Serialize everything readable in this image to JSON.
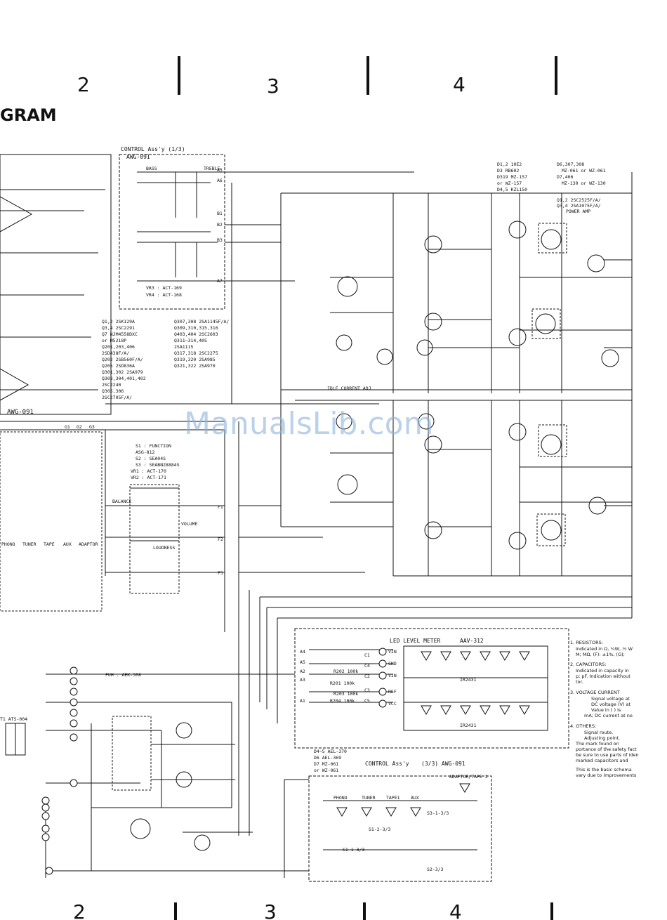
{
  "header": {
    "title": "GRAM",
    "column_numbers_top": [
      "2",
      "3",
      "4"
    ],
    "column_numbers_bottom": [
      "2",
      "3",
      "4"
    ]
  },
  "control_assy_top": {
    "label": "CONTROL Ass'y (1/3)",
    "part": "AWG-091"
  },
  "tone_labels": {
    "bass": "BASS",
    "treble": "TREBLE"
  },
  "vr_list": [
    "VR3 : ACT-169",
    "VR4 : ACT-168"
  ],
  "transistor_list_left": [
    "Q1,2      2SK129A",
    "Q3,4      2SC2291",
    "Q7        NJM4558DXC",
    "   or     M5218P",
    "Q201,203,406",
    "          2SD438F/A/",
    "Q202      2SB560F/A/",
    "Q205      2SD836A",
    "Q301,302  2SA979",
    "Q303,304,401,402",
    "          2SC2240",
    "Q305,306",
    "          2SC2705F/A/"
  ],
  "transistor_list_right": [
    "Q307,308   2SA1145F/A/",
    "Q309,310,315,316",
    "Q403,404   2SC2603",
    "Q311~314,405",
    "           2SA1115",
    "Q317,318   2SC2275",
    "Q319,320   2SA985",
    "Q321,322   2SA970"
  ],
  "diode_list_top": [
    "D1,2      10E2",
    "D3        RB602",
    "D319      MZ-157",
    "   or     WZ-157",
    "D4,5      KZL150"
  ],
  "diode_list_top_right": [
    "D6,307,308",
    "MZ-061 or WZ-061",
    "D7,406",
    "MZ-130 or WZ-130"
  ],
  "power_amp_note": {
    "line1": "Q1,2  2SC2525F/A/",
    "line2": "Q3,4  2SA1075F/A/",
    "line3": "POWER AMP"
  },
  "switch_list": [
    "S1 : FUNCTION",
    "     ASG-812",
    "S2 : SEA04S",
    "S3 : SEABN28884S",
    "VR1 : ACT-170",
    "VR2 : ACT-171"
  ],
  "connector_labels": {
    "awg": "AWG-091",
    "g1": "G1",
    "g2": "G2",
    "g3": "G3"
  },
  "input_labels": [
    "PHONO",
    "TUNER",
    "TAPE",
    "AUX",
    "ADAPTOR"
  ],
  "control_labels": {
    "balance": "BALANCE",
    "volume": "VOLUME",
    "loudness": "LOUDNESS",
    "idle": "IDLE CURRENT ADJ"
  },
  "board_terminals": [
    "A5",
    "A6",
    "B1",
    "B2",
    "B3",
    "A7",
    "F1",
    "F2",
    "F3"
  ],
  "led_meter": {
    "title": "LED LEVEL METER",
    "part": "AAV-312",
    "ic1": "IR2431",
    "ic2": "IR2431",
    "pins": [
      "VIN",
      "GND",
      "VIN",
      "REF",
      "VCC"
    ]
  },
  "led_terminals_a": [
    "A4",
    "A5",
    "A2",
    "A3",
    "A1"
  ],
  "led_terminals_c": [
    "C1",
    "C4",
    "C2",
    "C3",
    "C5"
  ],
  "lower_parts": [
    "R202 100k",
    "R203 100k",
    "R201 100k",
    "R204 100k"
  ],
  "diode_list_bottom": [
    "D4~5   AEL-370",
    "D6     AEL-369",
    "D7     MZ-061",
    "  or   WZ-061"
  ],
  "control_assy_bottom": {
    "label": "CONTROL Ass'y",
    "part": "(3/3) AWG-091"
  },
  "function_leds": [
    "PHONO",
    "TUNER",
    "TAPE1",
    "AUX",
    "ADAPTOR/TAPE 2"
  ],
  "switch_segments": [
    "S1-1-3/3",
    "S1-2-3/3",
    "S3-1-3/3",
    "S2-3/3"
  ],
  "fuse_note": "FUH : AEK-308",
  "transformer": "T1  ATS-004",
  "notes": {
    "n1_title": "1. RESISTORS:",
    "n1_body": "Indicated in Ω, ¼W, ½ W",
    "n1_body2": "M; MΩ, (F): ±1%, (G);",
    "n2_title": "2. CAPACITORS:",
    "n2_body": "Indicated in capacity in",
    "n2_body2": "p; pF. Indication without",
    "n2_body3": "tor.",
    "n3_title": "3. VOLTAGE CURRENT",
    "n3_body": "Signal voltage at",
    "n3_body2": "DC voltage (V) at",
    "n3_body3": "Value in (    ) is",
    "n3_body4": "mA; DC current at no",
    "n4_title": "4. OTHERS:",
    "n4_body": "Signal route.",
    "n4_body2": "Adjusting point.",
    "n4_body3": "The   mark found on",
    "n4_body4": "portance of the safety fact",
    "n4_body5": "be sure to use parts of iden",
    "n4_body6": "marked capacitors and",
    "n4_body7": "This is the basic schema",
    "n4_body8": "vary due to improvements"
  },
  "watermark": "ManualsLib.com"
}
